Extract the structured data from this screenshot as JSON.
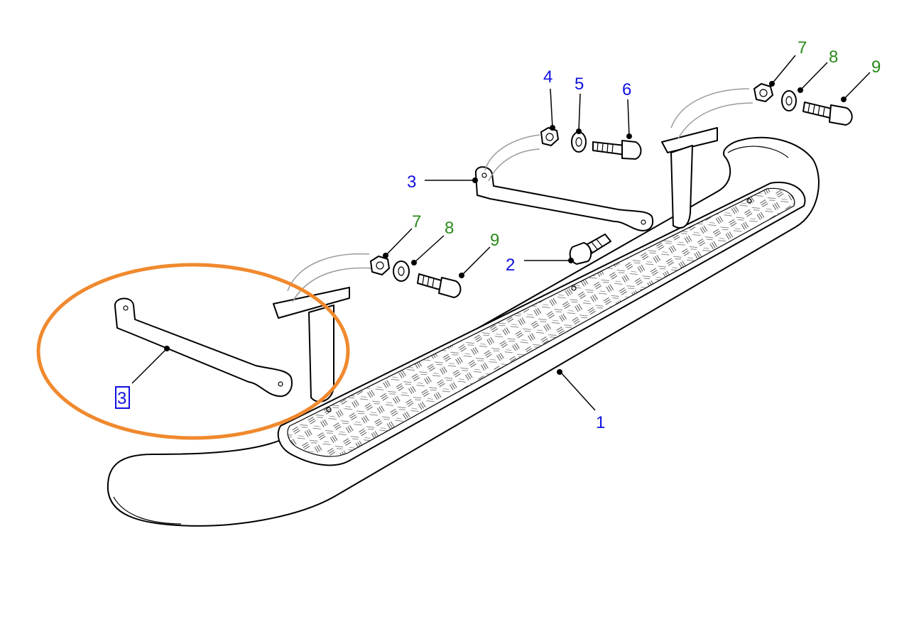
{
  "callouts": [
    {
      "id": "c1",
      "text": "1",
      "color": "#1010e0"
    },
    {
      "id": "c2",
      "text": "2",
      "color": "#1010e0"
    },
    {
      "id": "c3a",
      "text": "3",
      "color": "#1010e0"
    },
    {
      "id": "c3b",
      "text": "3",
      "color": "#1010e0",
      "selected": true
    },
    {
      "id": "c4",
      "text": "4",
      "color": "#1010e0"
    },
    {
      "id": "c5",
      "text": "5",
      "color": "#1010e0"
    },
    {
      "id": "c6",
      "text": "6",
      "color": "#1010e0"
    },
    {
      "id": "c7a",
      "text": "7",
      "color": "#2a8a1a"
    },
    {
      "id": "c8a",
      "text": "8",
      "color": "#2a8a1a"
    },
    {
      "id": "c9a",
      "text": "9",
      "color": "#2a8a1a"
    },
    {
      "id": "c7b",
      "text": "7",
      "color": "#2a8a1a"
    },
    {
      "id": "c8b",
      "text": "8",
      "color": "#2a8a1a"
    },
    {
      "id": "c9b",
      "text": "9",
      "color": "#2a8a1a"
    }
  ],
  "highlight": {
    "color": "#f0892e",
    "shape": "ellipse"
  },
  "selection_box_color": "#1010e0"
}
